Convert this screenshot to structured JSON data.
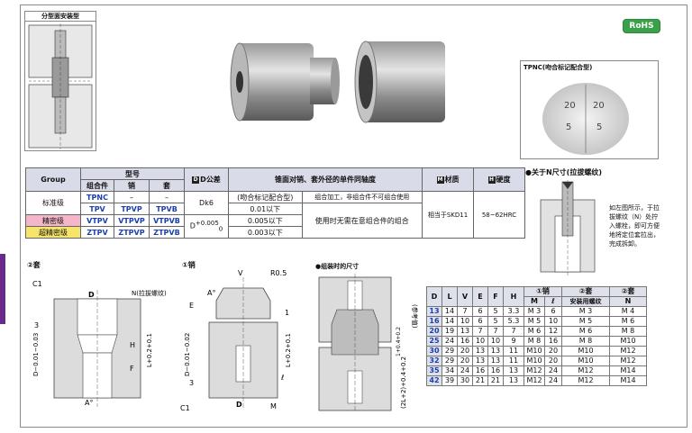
{
  "badge": {
    "rohs": "RoHS"
  },
  "thumbnail": {
    "title": "分型面安装型"
  },
  "inset": {
    "title": "TPNC(吻合标记配合型)",
    "marks": [
      "20",
      "5",
      "20",
      "5"
    ]
  },
  "spec": {
    "headers": {
      "group": "Group",
      "model": "型号",
      "sub_fit": "组合件",
      "sub_pin": "销",
      "sub_sleeve": "套",
      "tol_icon": "D",
      "tol": "D公差",
      "run": "锥面对销、套外径的单件同轴度",
      "mat_icon": "M",
      "mat": "材质",
      "hard_icon": "H",
      "hard": "硬度"
    },
    "rows": [
      {
        "group": "标准级",
        "fit": "TPNC",
        "pin": "–",
        "sleeve": "–",
        "run": "(吻合标记配合型)",
        "note": "组合加工，非组合件不可组合使用"
      },
      {
        "group": "",
        "fit": "TPV",
        "pin": "TPVP",
        "sleeve": "TPVB",
        "run": "0.01以下"
      },
      {
        "group": "精密级",
        "fit": "VTPV",
        "pin": "VTPVP",
        "sleeve": "VTPVB",
        "run": "0.005以下"
      },
      {
        "group": "超精密级",
        "fit": "ZTPV",
        "pin": "ZTPVP",
        "sleeve": "ZTPVB",
        "run": "0.003以下"
      }
    ],
    "tol_k6": "Dk6",
    "tol_d": "D",
    "tol_plus": "+0.005",
    "tol_zero": "0",
    "merged_note": "使用时无需在意组合件的组合",
    "material": "相当于SKD11",
    "hardness": "58~62HRC"
  },
  "n_note": {
    "heading": "●关于N尺寸(拉拔螺纹)",
    "text": "如左图所示，于拉拔螺纹（N）处拧入螺栓，即可方便地将定位套拉出，完成拆卸。"
  },
  "drawings": {
    "sleeve_title": "②套",
    "pin_title": "①销",
    "assembly_title": "●组装时的尺寸",
    "labels": {
      "c1a": "C1",
      "dt": "D",
      "n_label": "N(拉拔螺纹)",
      "three_a": "3",
      "d_sleeve": "D−0.01−0.03",
      "h": "H",
      "f": "F",
      "l_sleeve": "L+0.2+0.1",
      "a_sleeve": "A°",
      "v": "V",
      "r": "R0.5",
      "e": "E",
      "one": "1",
      "d_pin": "D−0.01−0.02",
      "l_pin": "L+0.2+0.1",
      "ell": "ℓ",
      "three_b": "3",
      "c1b": "C1",
      "m": "M",
      "a_pin": "A°",
      "ref": "(参考值)",
      "gap": "1+0.4+0.2",
      "two_l": "(2L+2)+0.4+0.2"
    }
  },
  "dims": {
    "headers": [
      "D",
      "L",
      "V",
      "E",
      "F",
      "H"
    ],
    "pin_group": "①销",
    "sleeve_group": "②套",
    "sleeve_n_group": "②套",
    "sub_m": "M",
    "sub_l": "ℓ",
    "sub_thread": "安装用螺纹",
    "sub_n": "N",
    "rows": [
      [
        "13",
        "14",
        "7",
        "6",
        "5",
        "3.3",
        "M 3",
        "6",
        "M 3",
        "M 4"
      ],
      [
        "16",
        "14",
        "10",
        "6",
        "5",
        "5.3",
        "M 5",
        "10",
        "M 5",
        "M 6"
      ],
      [
        "20",
        "19",
        "13",
        "7",
        "7",
        "7",
        "M 6",
        "12",
        "M 6",
        "M 8"
      ],
      [
        "25",
        "24",
        "16",
        "10",
        "10",
        "9",
        "M 8",
        "16",
        "M 8",
        "M10"
      ],
      [
        "30",
        "29",
        "20",
        "13",
        "13",
        "11",
        "M10",
        "20",
        "M10",
        "M12"
      ],
      [
        "32",
        "29",
        "20",
        "13",
        "13",
        "11",
        "M10",
        "20",
        "M10",
        "M12"
      ],
      [
        "35",
        "34",
        "24",
        "16",
        "16",
        "13",
        "M12",
        "24",
        "M12",
        "M14"
      ],
      [
        "42",
        "39",
        "30",
        "21",
        "21",
        "13",
        "M12",
        "24",
        "M12",
        "M14"
      ]
    ]
  }
}
